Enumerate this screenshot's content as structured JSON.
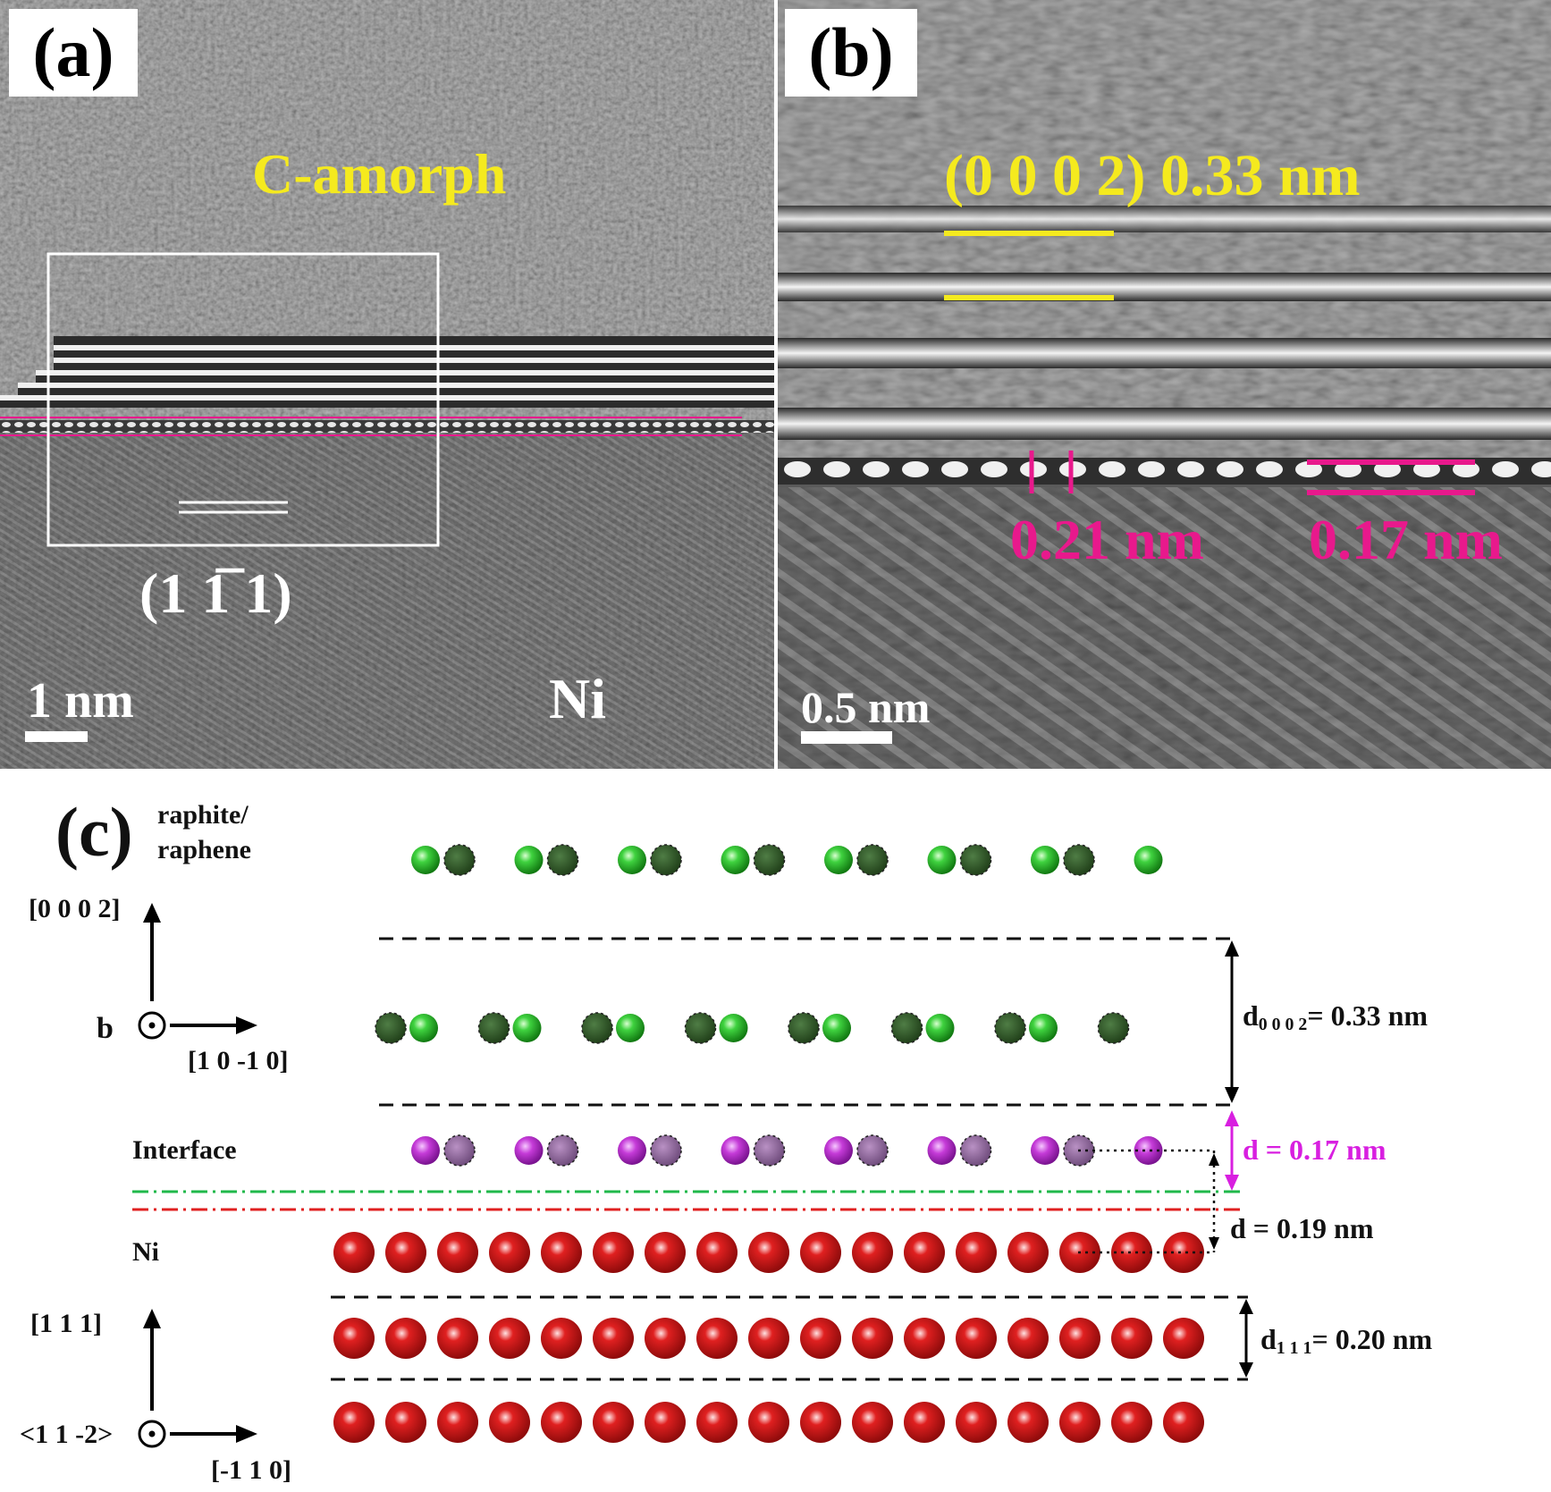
{
  "panel_a": {
    "letter": "(a)",
    "region_label": "C-amorph",
    "plane_label": "(1 1̅ 1)",
    "substrate_label": "Ni",
    "scale_bar": "1 nm"
  },
  "panel_b": {
    "letter": "(b)",
    "spacing_top": "(0 0 0 2) 0.33 nm",
    "spacing_left": "0.21 nm",
    "spacing_right": "0.17 nm",
    "scale_bar": "0.5 nm"
  },
  "panel_c": {
    "letter": "(c)",
    "layer_graphite": "raphite/\nraphene",
    "layer_interface": "Interface",
    "layer_ni": "Ni",
    "axis_top_up": "[0 0 0 2]",
    "axis_top_out": "b",
    "axis_top_right": "[1 0 -1 0]",
    "axis_bottom_up": "[1 1 1]",
    "axis_bottom_out": "<1 1 -2>",
    "axis_bottom_right": "[-1 1 0]",
    "d_0002_prefix": "d",
    "d_0002_sub": "0 0 0 2",
    "d_0002_value": "= 0.33 nm",
    "d_interface": "d = 0.17 nm",
    "d_ni_gap": "d = 0.19 nm",
    "d_111_prefix": "d",
    "d_111_sub": "1 1 1",
    "d_111_value": "= 0.20 nm"
  },
  "colors": {
    "label_yellow": "#f5ea1e",
    "label_magenta": "#e8198c",
    "carbon_light": "#3fd23f",
    "carbon_dark": "#2a5a22",
    "interface_light": "#c53bd8",
    "interface_dark": "#8a5a96",
    "nickel": "#d21b1b",
    "green_dash": "#1fb84a",
    "red_dash": "#e02020",
    "magenta_arrow": "#d81fe0"
  }
}
